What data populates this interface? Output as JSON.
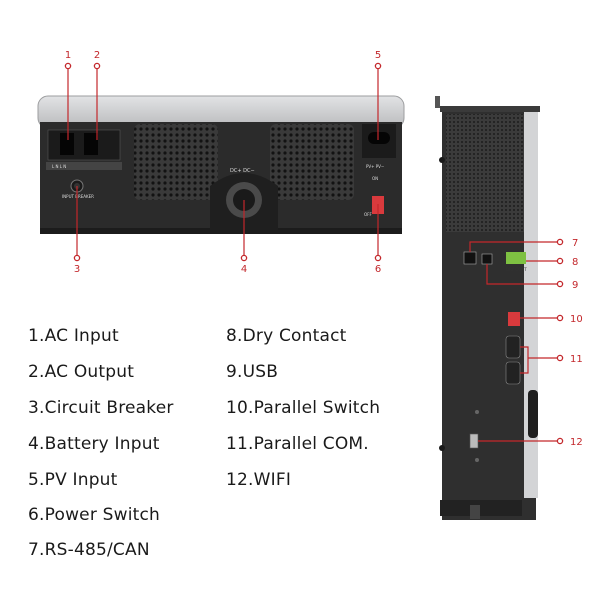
{
  "callouts": [
    "1",
    "2",
    "3",
    "4",
    "5",
    "6",
    "7",
    "8",
    "9",
    "10",
    "11",
    "12"
  ],
  "legend": [
    "1.AC Input",
    "2.AC Output",
    "3.Circuit Breaker",
    "4.Battery Input",
    "5.PV Input",
    "6.Power Switch",
    "7.RS-485/CAN",
    "8.Dry Contact",
    "9.USB",
    "10.Parallel Switch",
    "11.Parallel COM.",
    "12.WIFI"
  ],
  "panel_text": {
    "terminals": "L N L N",
    "breaker": "INPUT BREAKER",
    "battery": "DC+  DC−",
    "pv": "PV+  PV−",
    "on": "ON",
    "off": "OFF",
    "dry": "DRY CONT"
  },
  "colors": {
    "accent": "#c3272b",
    "body": "#2b2b2b",
    "cover": "#c7c8ca",
    "terminal_green": "#7ec142"
  }
}
